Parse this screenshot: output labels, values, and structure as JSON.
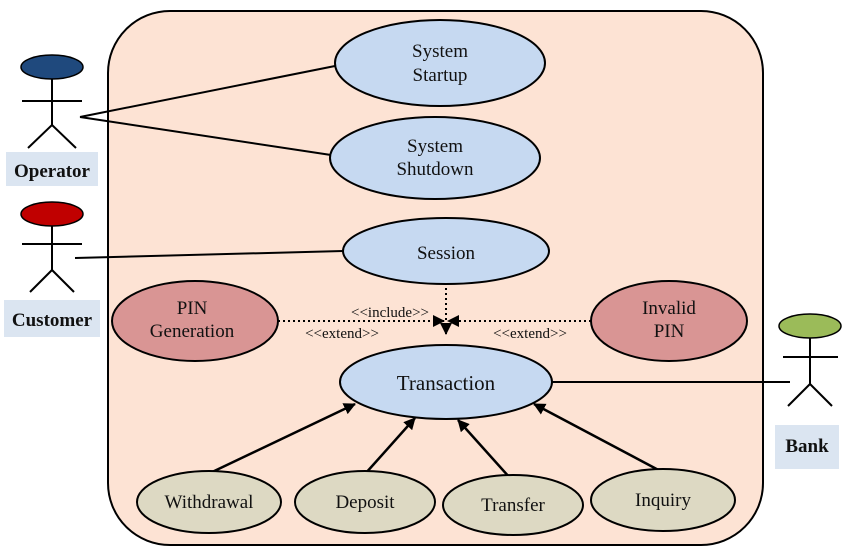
{
  "colors": {
    "system_fill": "#fde3d4",
    "usecase_blue": "#c6d9f1",
    "usecase_red": "#d99594",
    "usecase_tan": "#ddd9c3",
    "label_bg": "#dbe5f1",
    "operator_head": "#1f497d",
    "customer_head": "#c00000",
    "bank_head": "#9bbb59"
  },
  "actors": {
    "operator": {
      "label": "Operator"
    },
    "customer": {
      "label": "Customer"
    },
    "bank": {
      "label": "Bank"
    }
  },
  "use_cases": {
    "system_startup": [
      "System",
      "Startup"
    ],
    "system_shutdown": [
      "System",
      "Shutdown"
    ],
    "session": "Session",
    "pin_generation": [
      "PIN",
      "Generation"
    ],
    "invalid_pin": [
      "Invalid",
      "PIN"
    ],
    "transaction": "Transaction",
    "withdrawal": "Withdrawal",
    "deposit": "Deposit",
    "transfer": "Transfer",
    "inquiry": "Inquiry"
  },
  "relations": {
    "include": "<<include>>",
    "extend_left": "<<extend>>",
    "extend_right": "<<extend>>"
  }
}
